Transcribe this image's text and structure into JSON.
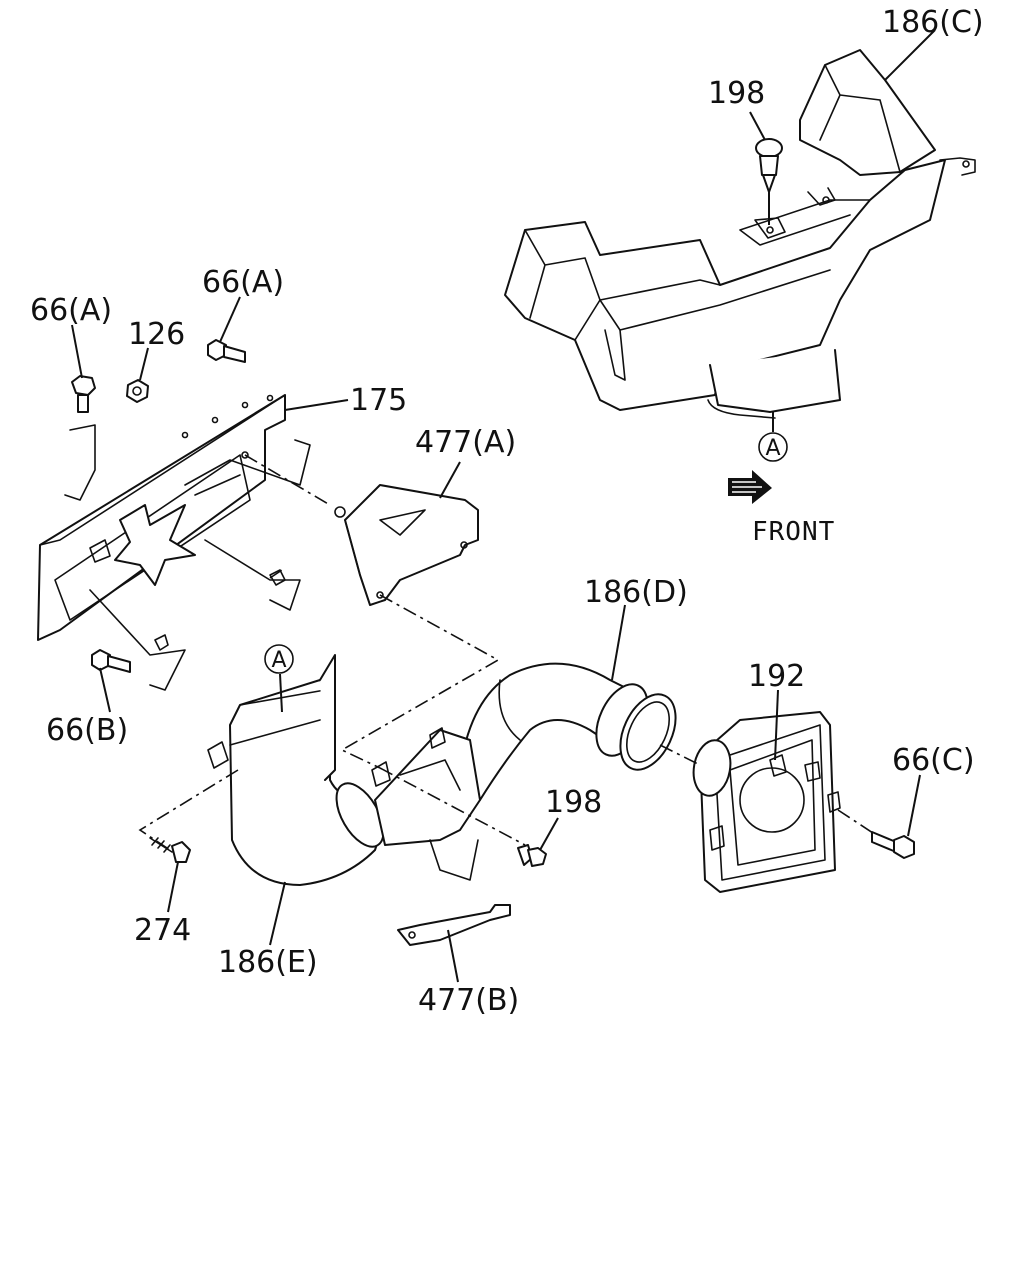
{
  "labels": {
    "p186c": "186(C)",
    "p198_top": "198",
    "p66a_left": "66(A)",
    "p66a_right": "66(A)",
    "p126": "126",
    "p175": "175",
    "p477a": "477(A)",
    "p186d": "186(D)",
    "p192": "192",
    "p66b": "66(B)",
    "p66c": "66(C)",
    "p198_bottom": "198",
    "p274": "274",
    "p186e": "186(E)",
    "p477b": "477(B)",
    "ref_a_top": "A",
    "ref_a_bottom": "A",
    "front": "FRONT"
  },
  "colors": {
    "line": "#111111",
    "background": "#ffffff"
  }
}
